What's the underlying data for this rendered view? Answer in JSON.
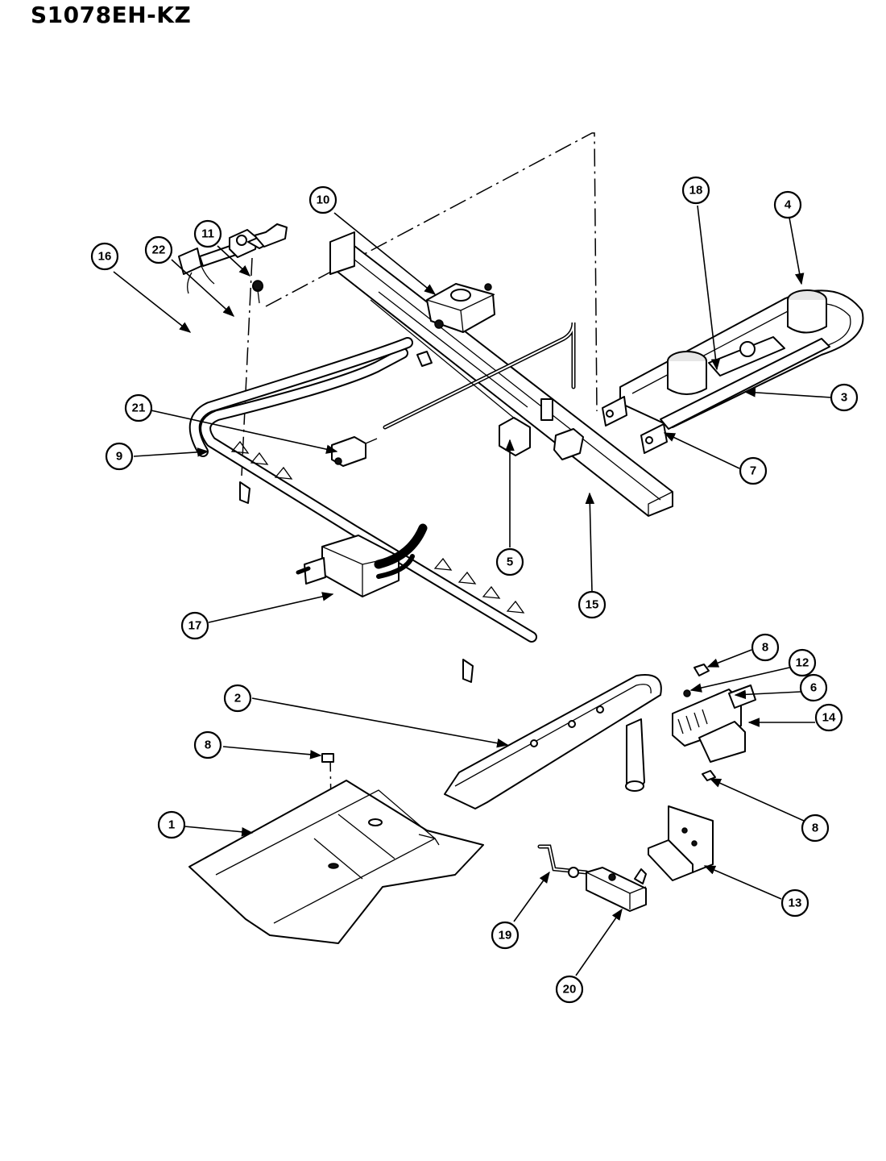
{
  "title": "S1078EH-KZ",
  "callouts": [
    {
      "id": "c1",
      "label": "1"
    },
    {
      "id": "c2",
      "label": "2"
    },
    {
      "id": "c3",
      "label": "3"
    },
    {
      "id": "c4",
      "label": "4"
    },
    {
      "id": "c5",
      "label": "5"
    },
    {
      "id": "c6",
      "label": "6"
    },
    {
      "id": "c7",
      "label": "7"
    },
    {
      "id": "c8a",
      "label": "8"
    },
    {
      "id": "c8b",
      "label": "8"
    },
    {
      "id": "c8c",
      "label": "8"
    },
    {
      "id": "c9",
      "label": "9"
    },
    {
      "id": "c10",
      "label": "10"
    },
    {
      "id": "c11",
      "label": "11"
    },
    {
      "id": "c12",
      "label": "12"
    },
    {
      "id": "c13",
      "label": "13"
    },
    {
      "id": "c14",
      "label": "14"
    },
    {
      "id": "c15",
      "label": "15"
    },
    {
      "id": "c16",
      "label": "16"
    },
    {
      "id": "c17",
      "label": "17"
    },
    {
      "id": "c18",
      "label": "18"
    },
    {
      "id": "c19",
      "label": "19"
    },
    {
      "id": "c20",
      "label": "20"
    },
    {
      "id": "c21",
      "label": "21"
    },
    {
      "id": "c22",
      "label": "22"
    }
  ]
}
